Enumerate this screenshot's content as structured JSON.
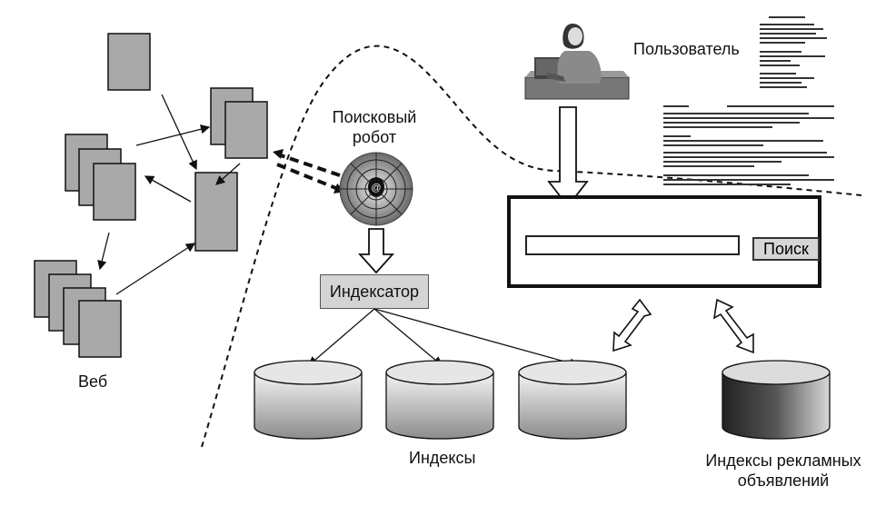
{
  "labels": {
    "web": "Веб",
    "crawler": "Поисковый\nробот",
    "indexer": "Индексатор",
    "user": "Пользователь",
    "search_button": "Поиск",
    "indexes": "Индексы",
    "ad_indexes": "Индексы рекламных\nобъявлений"
  },
  "colors": {
    "page_fill": "#a9a9a9",
    "page_stroke": "#111111",
    "cylinder_light_top": "#f2f2f2",
    "cylinder_light_bottom": "#8a8a8a",
    "cylinder_dark_top": "#eaeaea",
    "cylinder_dark_bottom": "#2a2a2a"
  },
  "icons": {
    "crawler": "spider-web-icon",
    "user": "person-at-computer-icon"
  }
}
